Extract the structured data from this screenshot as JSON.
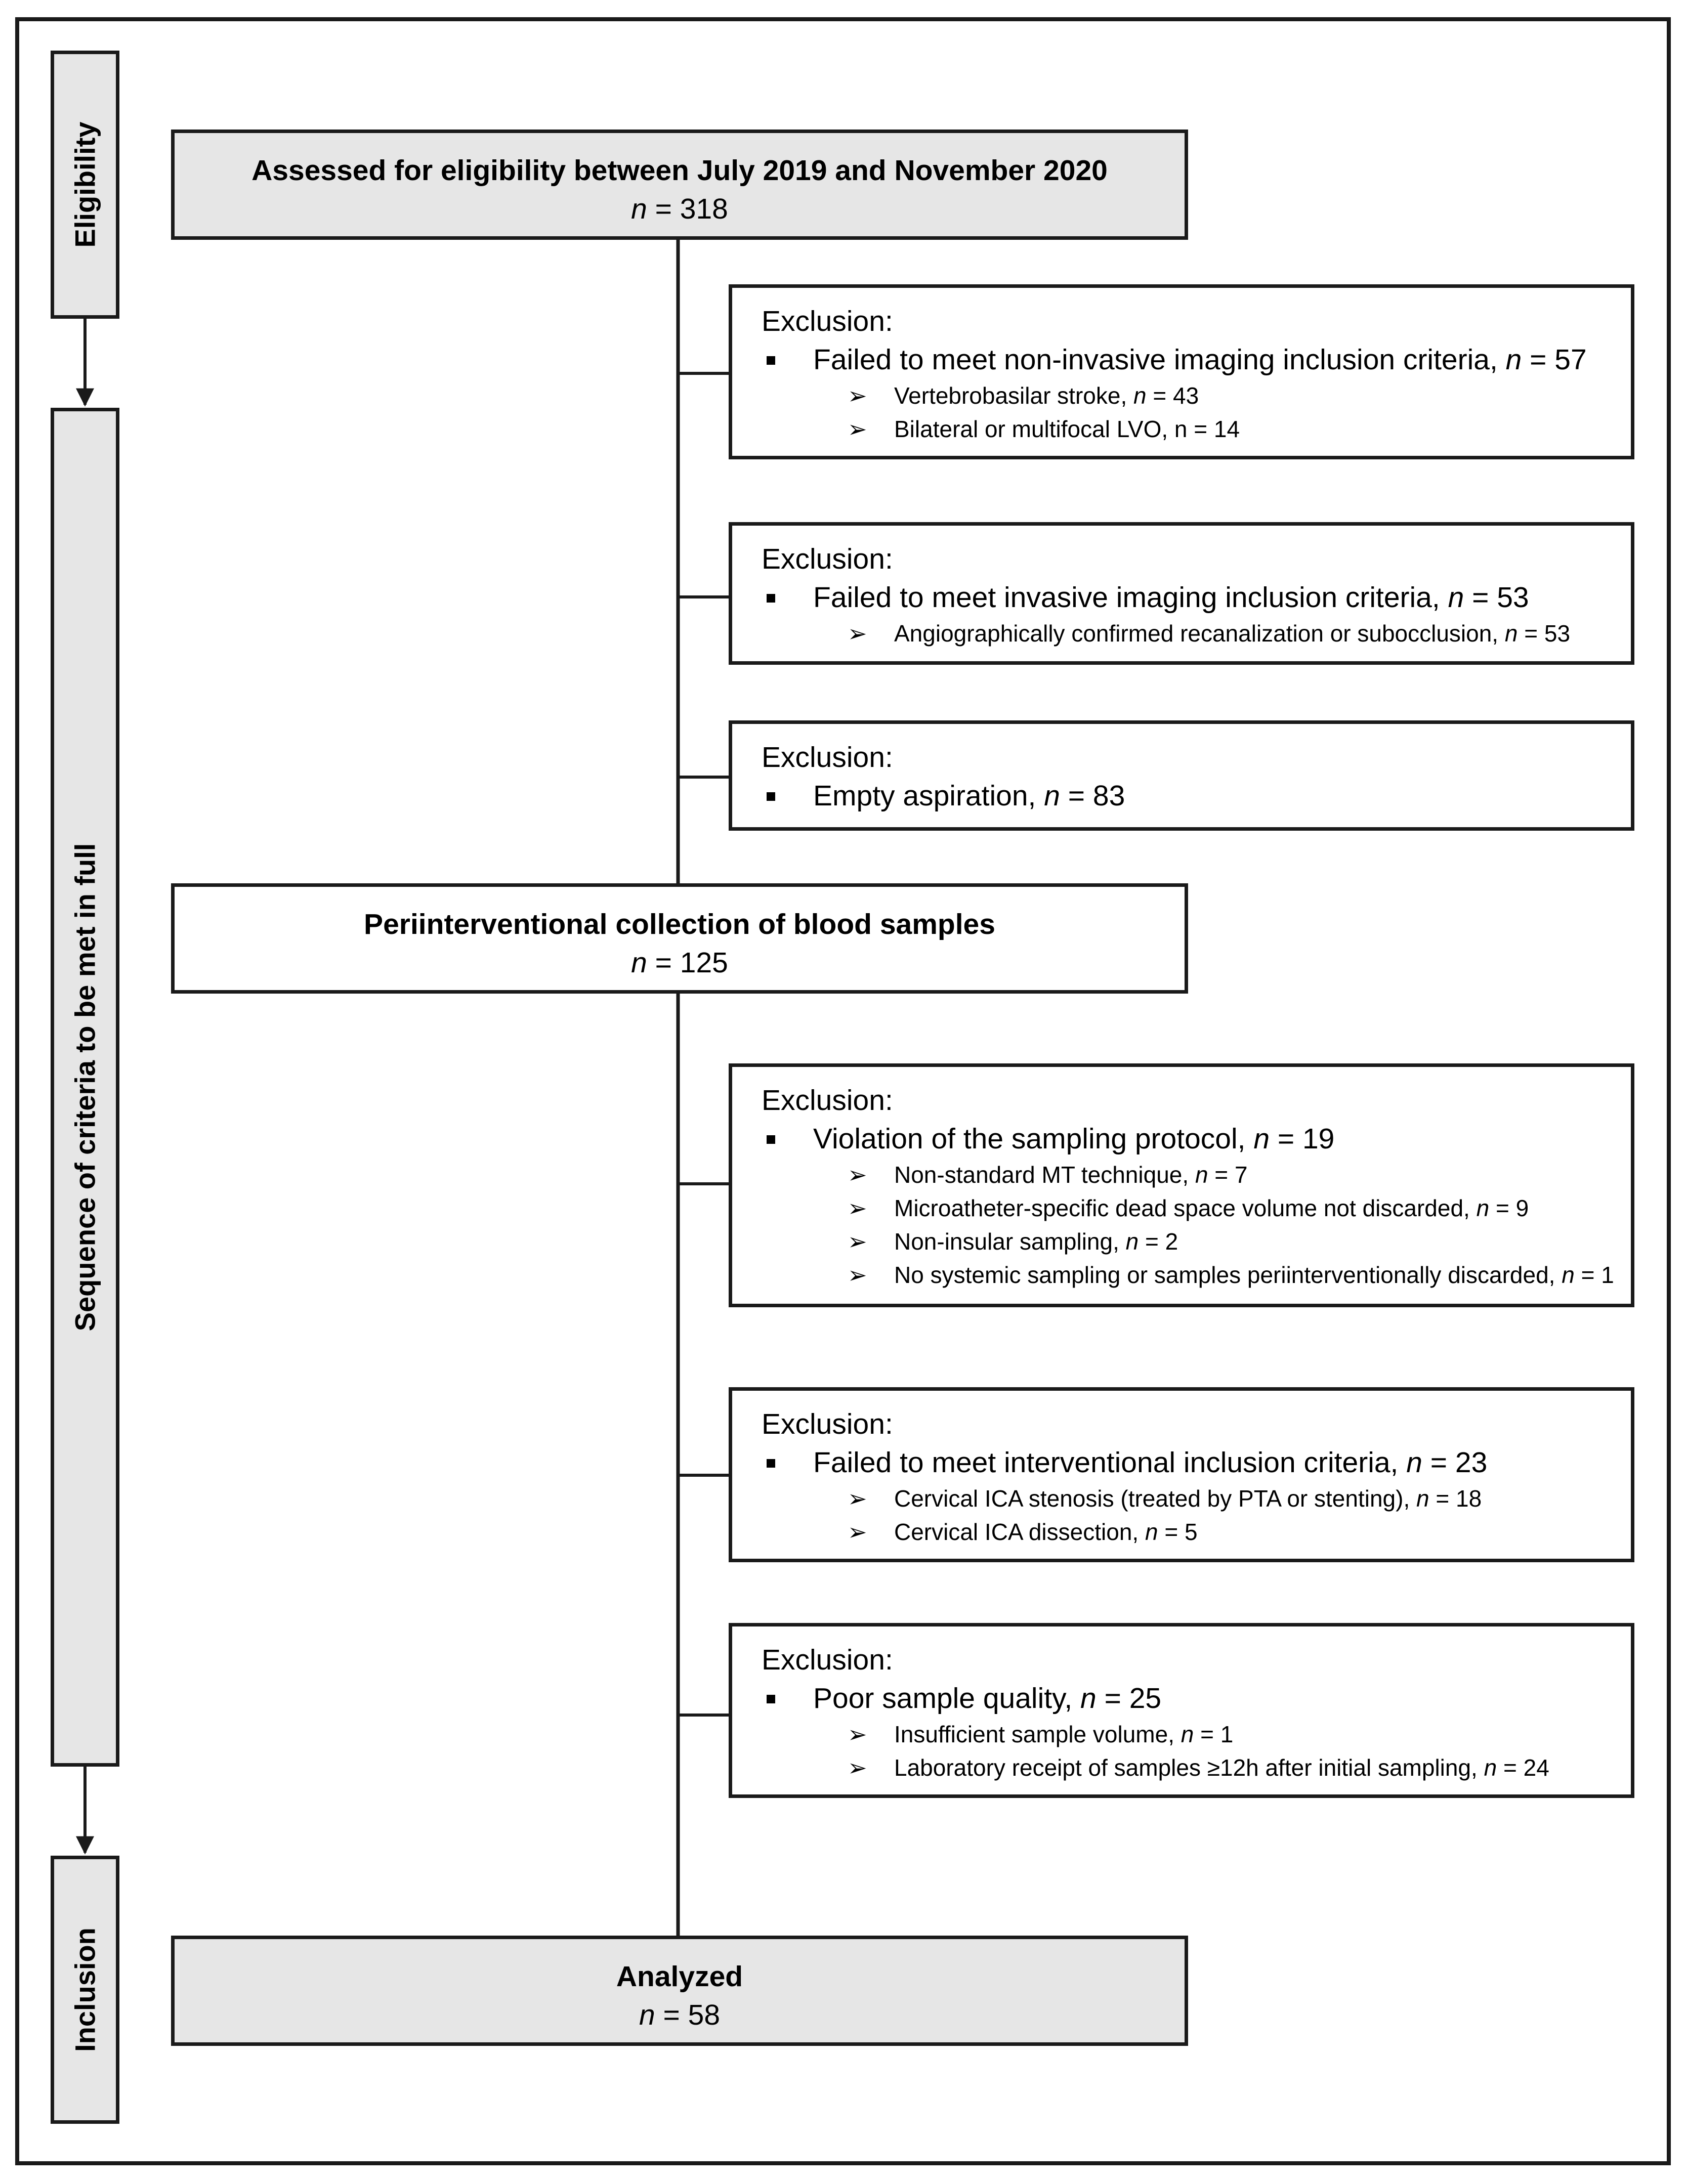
{
  "phases": {
    "eligibility": "Eligibility",
    "sequence": "Sequence of criteria to be met in full",
    "inclusion": "Inclusion"
  },
  "boxes": {
    "assessed": {
      "title": "Assessed for eligibility between July 2019 and November 2020",
      "n_label": "n",
      "n_value": "= 318"
    },
    "collection": {
      "title": "Periinterventional collection of blood samples",
      "n_label": "n",
      "n_value": "= 125"
    },
    "analyzed": {
      "title": "Analyzed",
      "n_label": "n",
      "n_value": "= 58"
    }
  },
  "exclusions": [
    {
      "heading": "Exclusion:",
      "reason": {
        "text": "Failed to meet non-invasive imaging inclusion criteria, ",
        "n_label": "n",
        "n_value": " = 57"
      },
      "details": [
        {
          "text": "Vertebrobasilar stroke, ",
          "n_label": "n",
          "n_value": " = 43"
        },
        {
          "text": "Bilateral or multifocal LVO, n = 14",
          "n_label": "",
          "n_value": ""
        }
      ]
    },
    {
      "heading": "Exclusion:",
      "reason": {
        "text": "Failed to meet invasive imaging inclusion criteria, ",
        "n_label": "n",
        "n_value": " = 53"
      },
      "details": [
        {
          "text": "Angiographically confirmed recanalization or subocclusion, ",
          "n_label": "n",
          "n_value": " = 53"
        }
      ]
    },
    {
      "heading": "Exclusion:",
      "reason": {
        "text": "Empty aspiration, ",
        "n_label": "n",
        "n_value": " = 83"
      },
      "details": []
    },
    {
      "heading": "Exclusion:",
      "reason": {
        "text": "Violation of the sampling protocol, ",
        "n_label": "n",
        "n_value": " = 19"
      },
      "details": [
        {
          "text": "Non-standard MT technique, ",
          "n_label": "n",
          "n_value": " = 7"
        },
        {
          "text": "Microatheter-specific dead space volume not discarded, ",
          "n_label": "n",
          "n_value": " = 9"
        },
        {
          "text": "Non-insular sampling, ",
          "n_label": "n",
          "n_value": " = 2"
        },
        {
          "text": "No systemic sampling or samples periinterventionally discarded, ",
          "n_label": "n",
          "n_value": " = 1"
        }
      ]
    },
    {
      "heading": "Exclusion:",
      "reason": {
        "text": "Failed to meet interventional inclusion criteria, ",
        "n_label": "n",
        "n_value": " = 23"
      },
      "details": [
        {
          "text": "Cervical ICA stenosis (treated by PTA or stenting), ",
          "n_label": "n",
          "n_value": " = 18"
        },
        {
          "text": "Cervical ICA dissection, ",
          "n_label": "n",
          "n_value": " = 5"
        }
      ]
    },
    {
      "heading": "Exclusion:",
      "reason": {
        "text": "Poor sample quality, ",
        "n_label": "n",
        "n_value": " = 25"
      },
      "details": [
        {
          "text": "Insufficient sample volume, ",
          "n_label": "n",
          "n_value": " = 1"
        },
        {
          "text": "Laboratory receipt of samples  ≥12h after initial sampling, ",
          "n_label": "n",
          "n_value": " = 24"
        }
      ]
    }
  ]
}
